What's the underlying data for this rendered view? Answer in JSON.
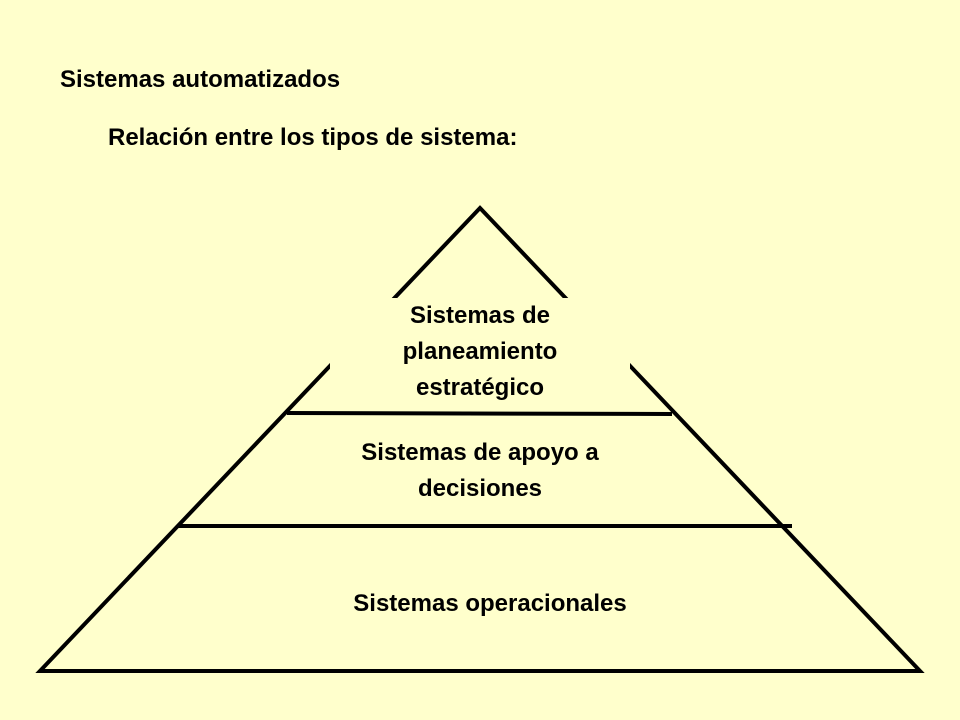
{
  "slide": {
    "title": "Sistemas automatizados",
    "subtitle": "Relación entre los tipos de sistema:"
  },
  "pyramid": {
    "tiers": [
      {
        "lines": [
          "Sistemas de",
          "planeamiento",
          "estratégico"
        ]
      },
      {
        "lines": [
          "Sistemas de apoyo a",
          "decisiones"
        ]
      },
      {
        "lines": [
          "Sistemas operacionales"
        ]
      }
    ]
  },
  "colors": {
    "background": "#ffffcc",
    "stroke": "#000000"
  }
}
